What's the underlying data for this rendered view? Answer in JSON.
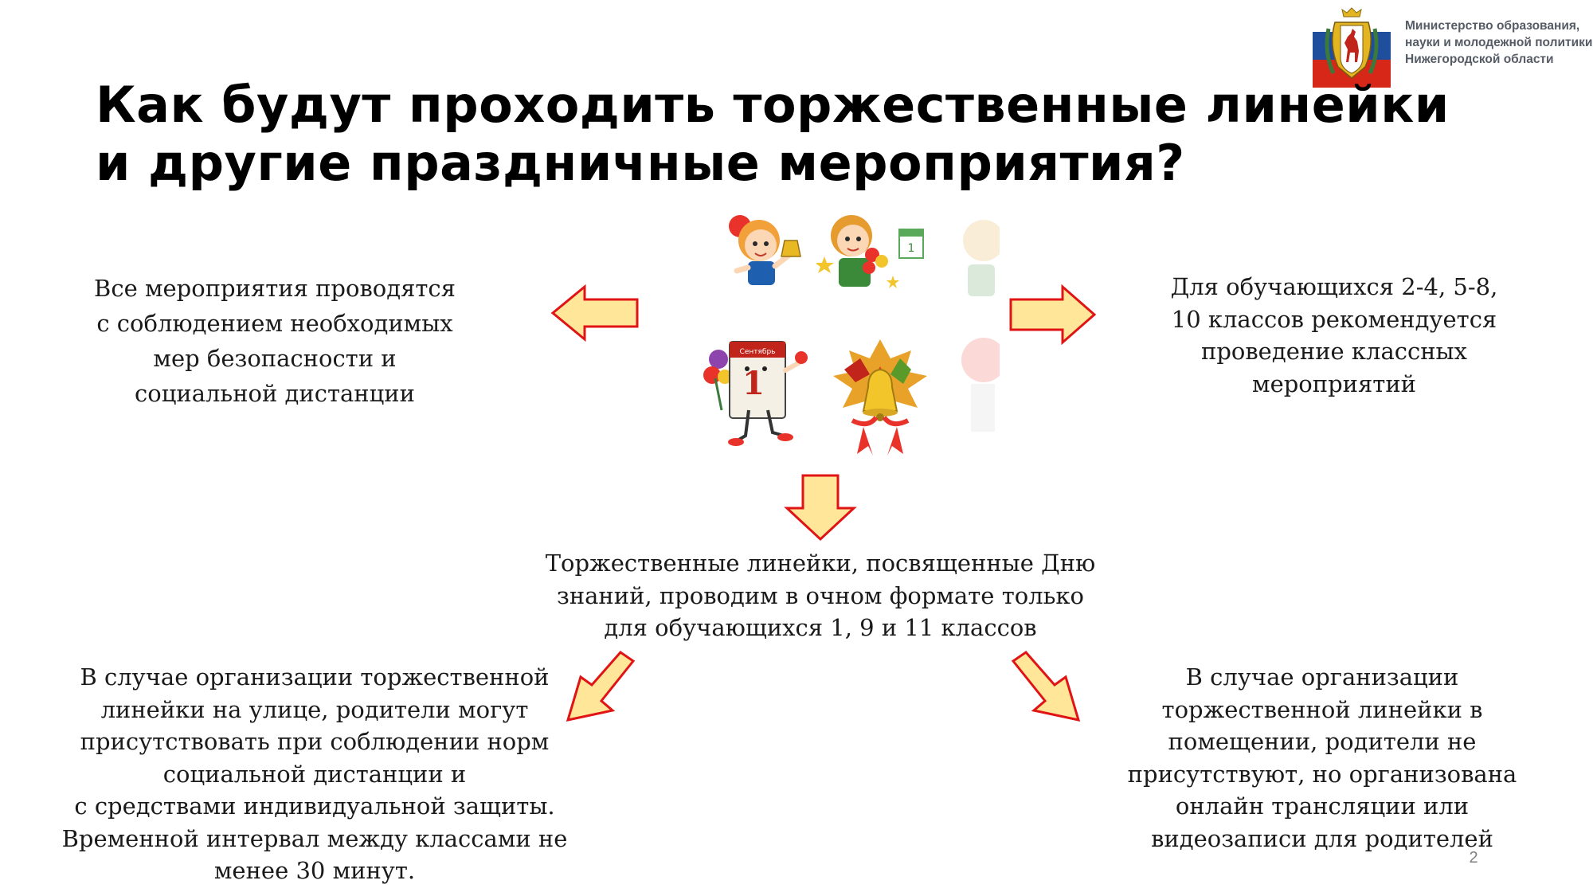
{
  "header": {
    "ministry_name": "Министерство образования,\nнауки и молодежной политики\nНижегородской области",
    "coat_of_arms_icon": "nizhny-novgorod-coat-of-arms-icon"
  },
  "title": "Как будут проходить торжественные линейки\nи другие праздничные мероприятия?",
  "blocks": {
    "left": "Все мероприятия проводятся\nс соблюдением необходимых\nмер безопасности и\nсоциальной дистанции",
    "right": "Для обучающихся 2-4, 5-8,\n10 классов рекомендуется\nпроведение классных\nмероприятий",
    "center": "Торжественные линейки, посвященные Дню\nзнаний, проводим в очном формате только\nдля обучающихся 1, 9 и 11 классов",
    "bottom_left": "В случае организации торжественной\nлинейки на улице, родители могут\nприсутствовать при соблюдении норм\nсоциальной дистанции и\nс средствами индивидуальной защиты.\nВременной интервал между классами не\nменее 30 минут.",
    "bottom_right": "В случае организации\nторжественной линейки  в\nпомещении, родители не\nприсутствуют, но организована\nонлайн трансляции или\nвидеозаписи для родителей"
  },
  "illustrations": {
    "calendar_header": "Сентябрь",
    "calendar_day": "1"
  },
  "colors": {
    "arrow_fill": "#FFE699",
    "arrow_stroke": "#E01414",
    "flag_red": "#D62718",
    "flag_blue": "#1F4E9C"
  },
  "page_number": "2"
}
